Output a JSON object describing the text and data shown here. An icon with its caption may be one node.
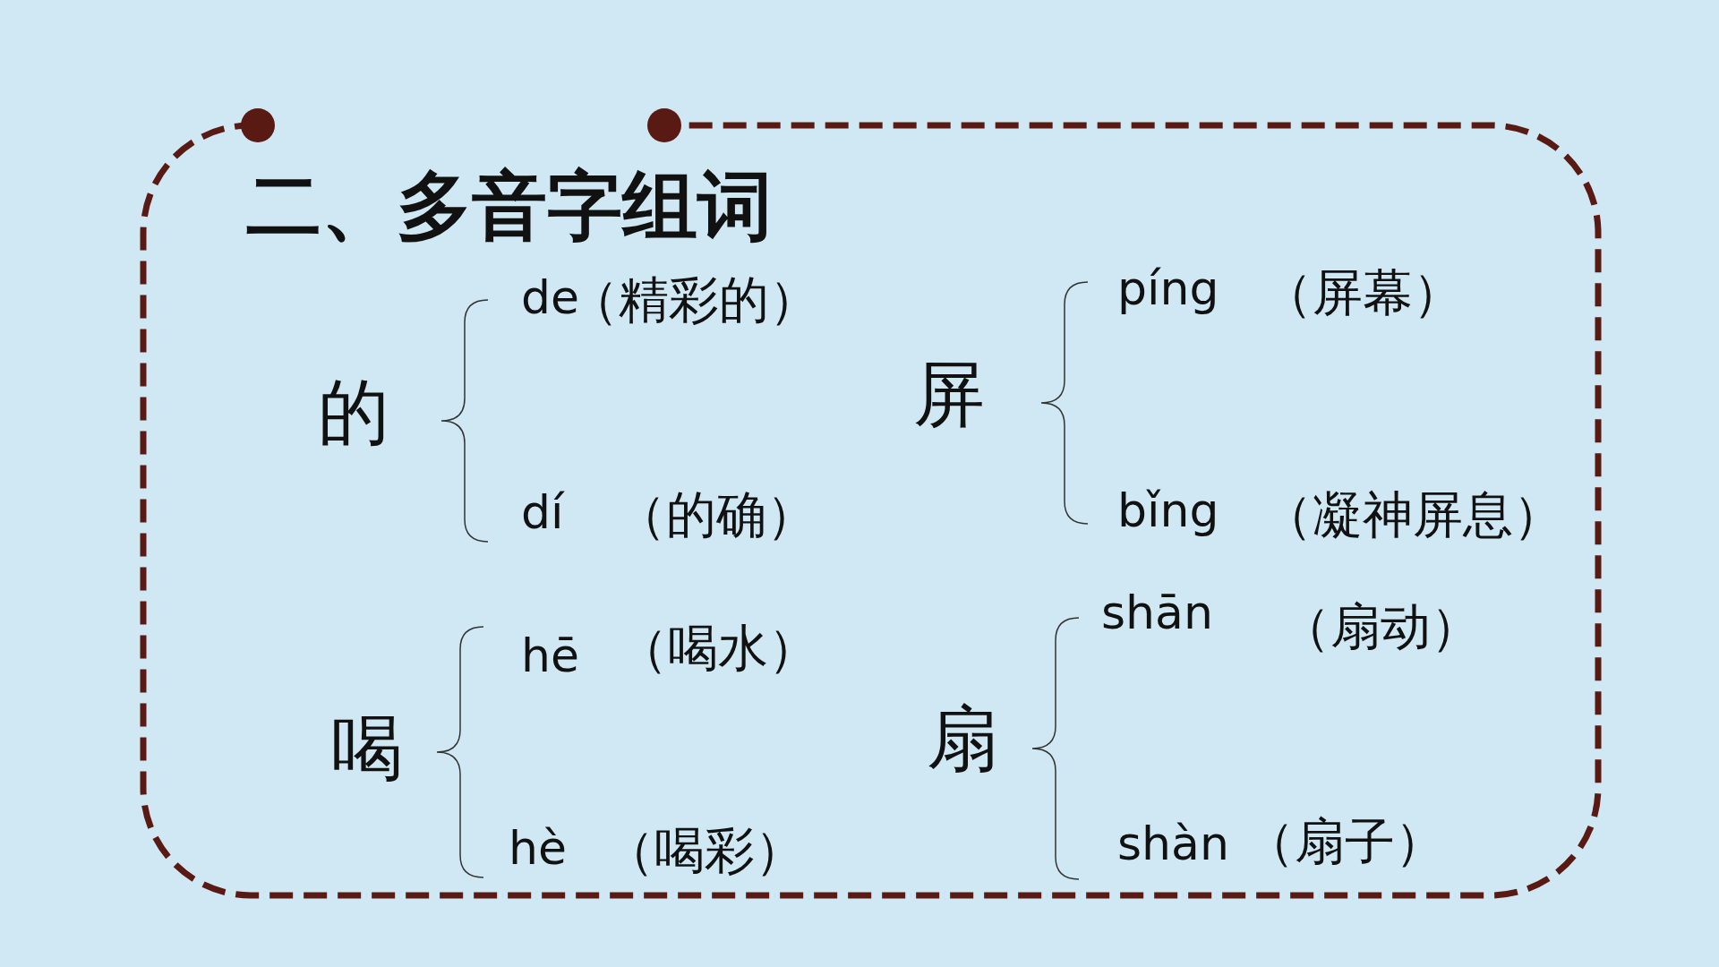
{
  "diagram": {
    "title": "二、多音字组词",
    "labels": [
      "的",
      "de",
      "（精彩的）",
      "dí",
      "（的确）",
      "屏",
      "píng",
      "（屏幕）",
      "bǐng",
      "（凝神屏息）",
      "喝",
      "hē",
      "（喝水）",
      "hè",
      "（喝彩）",
      "扇",
      "shān",
      "（扇动）",
      "shàn",
      "（扇子）"
    ]
  }
}
